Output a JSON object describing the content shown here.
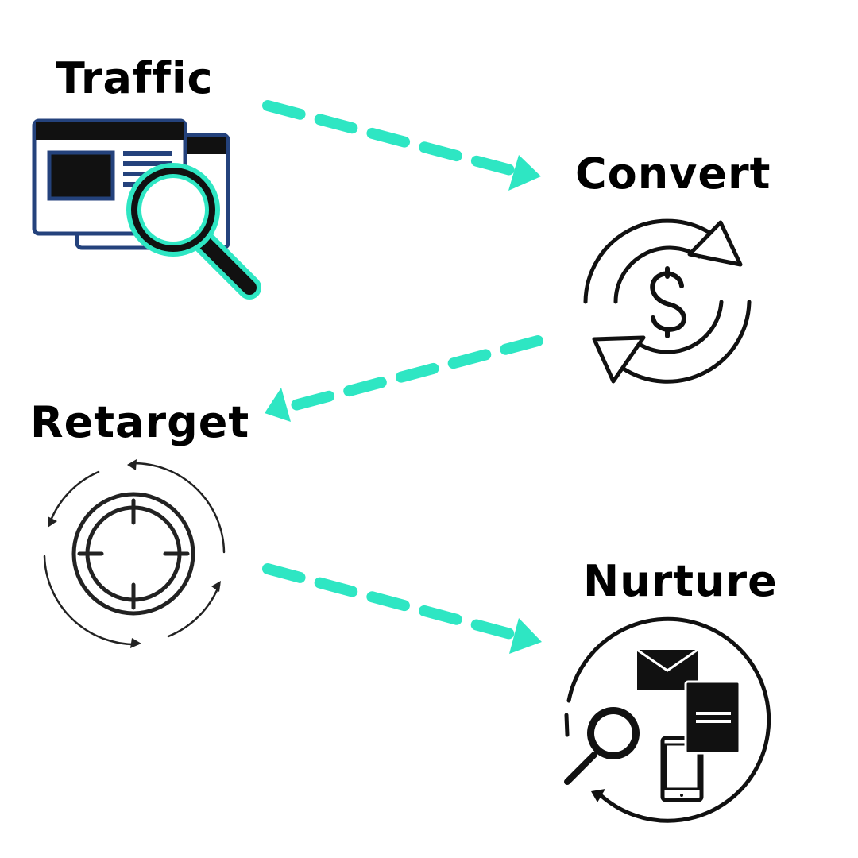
{
  "steps": [
    {
      "label": "Traffic",
      "icon": "browser-magnifier-icon"
    },
    {
      "label": "Convert",
      "icon": "dollar-cycle-icon"
    },
    {
      "label": "Retarget",
      "icon": "target-cycle-icon"
    },
    {
      "label": "Nurture",
      "icon": "email-devices-cycle-icon"
    }
  ],
  "colors": {
    "text": "#000000",
    "arrow": "#2ee6c3",
    "icon_navy": "#24427c",
    "icon_teal": "#2ee6c3",
    "icon_dark": "#111111"
  }
}
